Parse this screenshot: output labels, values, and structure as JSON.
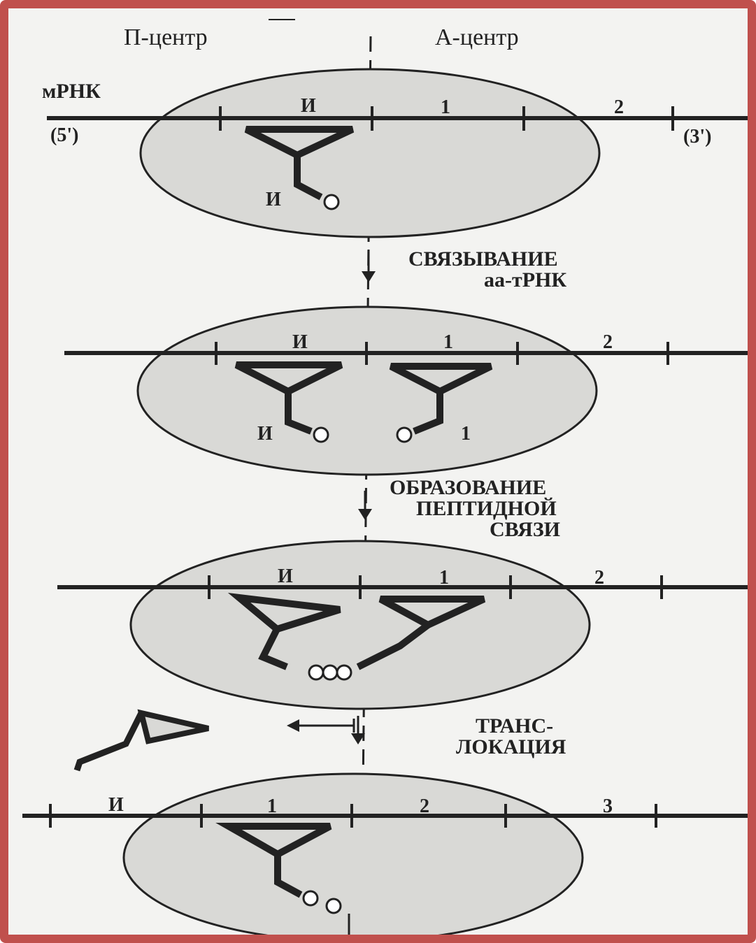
{
  "header": {
    "p_center": "П-центр",
    "a_center": "А-центр"
  },
  "mrna": {
    "label": "мРНК",
    "end5": "(5')",
    "end3": "(3')"
  },
  "codons": {
    "initiator": "И",
    "c1": "1",
    "c2": "2",
    "c3": "3"
  },
  "trna": {
    "initiator_aa": "И",
    "aa1": "1"
  },
  "steps": {
    "binding_line1": "СВЯЗЫВАНИЕ",
    "binding_line2": "аа-тРНК",
    "peptide_line1": "ОБРАЗОВАНИЕ",
    "peptide_line2": "ПЕПТИДНОЙ",
    "peptide_line3": "СВЯЗИ",
    "transloc_line1": "ТРАНС-",
    "transloc_line2": "ЛОКАЦИЯ"
  },
  "colors": {
    "frame_border": "#c0504d",
    "ribosome_fill": "#d9d9d6",
    "ink": "#222222"
  }
}
